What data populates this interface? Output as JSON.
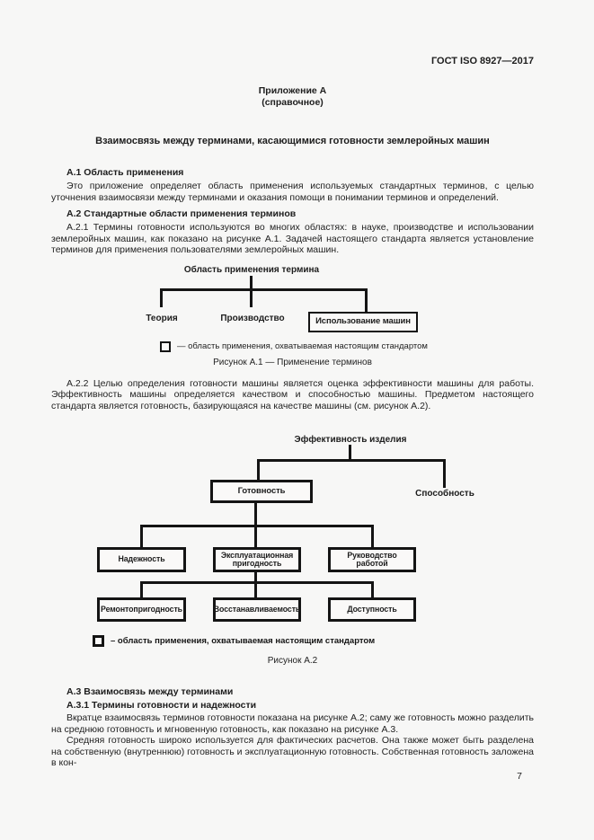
{
  "header": {
    "standard": "ГОСТ ISO 8927—2017"
  },
  "appendix": {
    "label": "Приложение А",
    "subtitle": "(справочное)",
    "title": "Взаимосвязь между терминами, касающимися готовности землеройных машин"
  },
  "sections": {
    "a1": {
      "heading": "А.1 Область применения",
      "text": "Это приложение определяет область применения используемых стандартных терминов, с целью уточнения взаимосвязи между терминами и оказания помощи в понимании терминов и определений."
    },
    "a2": {
      "heading": "А.2 Стандартные области применения терминов",
      "p_a21": "А.2.1 Термины готовности используются во многих областях: в науке, производстве и использовании землеройных машин, как показано на рисунке А.1. Задачей настоящего стандарта является установление терминов для применения пользователями землеройных машин.",
      "p_a22": "А.2.2 Целью определения готовности машины является оценка эффективности машины для работы. Эффективность машины определяется качеством и способностью машины. Предметом настоящего стандарта является готовность, базирующаяся на качестве машины (см. рисунок А.2)."
    },
    "a3": {
      "heading": "А.3 Взаимосвязь между терминами",
      "sub_heading": "А.3.1 Термины готовности и надежности",
      "p1": "Вкратце взаимосвязь терминов готовности показана на рисунке А.2; саму же готовность можно разделить на среднюю готовность и мгновенную готовность, как показано на рисунке А.3.",
      "p2": "Средняя готовность широко используется для фактических расчетов. Она также может быть разделена на собственную (внутреннюю) готовность и эксплуатационную готовность. Собственная готовность заложена в кон-"
    }
  },
  "figure_a1": {
    "root": "Область применения термина",
    "children": [
      "Теория",
      "Производство",
      "Использование машин"
    ],
    "legend": "— область применения, охватываемая настоящим стандартом",
    "caption": "Рисунок А.1 — Применение терминов"
  },
  "figure_a2": {
    "root": "Эффективность изделия",
    "level1": [
      "Готовность",
      "Способность"
    ],
    "level2": [
      "Надежность",
      "Эксплуатационная пригодность",
      "Руководство работой"
    ],
    "level3": [
      "Ремонтопригодность",
      "Восстанавливаемость",
      "Доступность"
    ],
    "legend": "– область применения, охватываемая настоящим стандартом",
    "caption": "Рисунок А.2"
  },
  "footer": {
    "page_number": "7"
  },
  "colors": {
    "line": "#141414",
    "background": "#f7f7f6"
  }
}
